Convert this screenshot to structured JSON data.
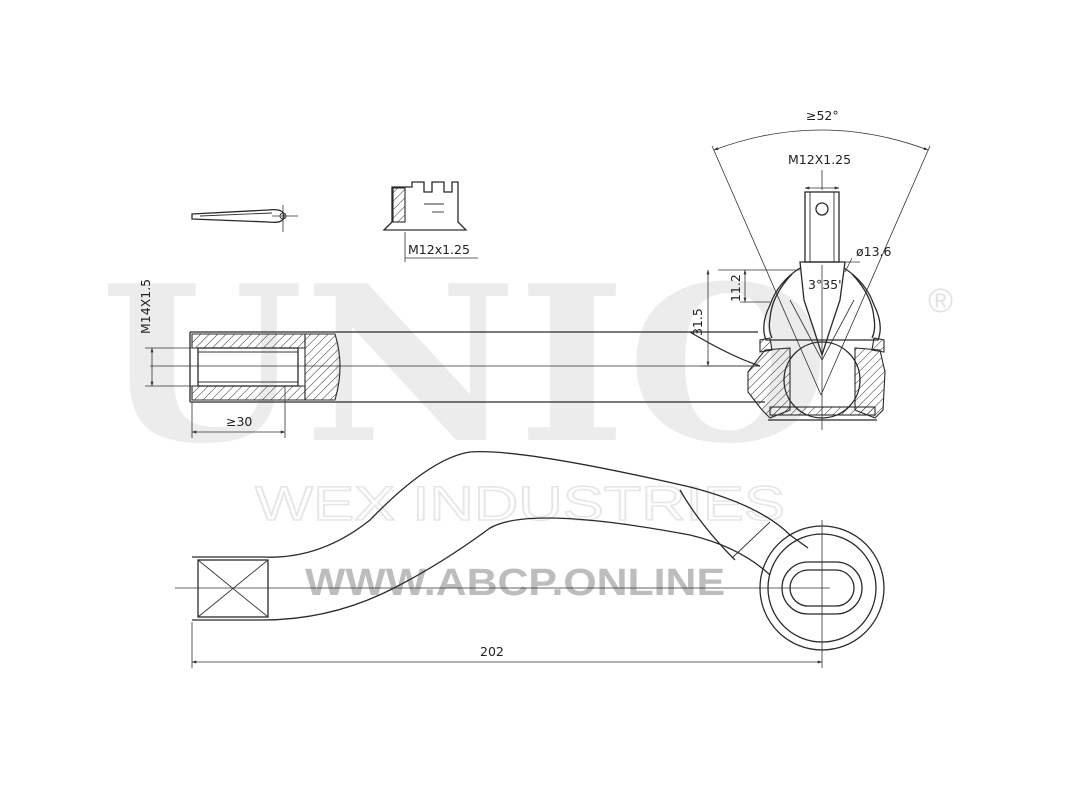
{
  "watermark": {
    "brand": "UNIO",
    "registered": "®",
    "company": "WEX INDUSTRIES",
    "site": "WWW.ABCP.ONLINE"
  },
  "dimensions": {
    "angle": "≥52°",
    "stud_thread": "M12X1.25",
    "nut_thread": "M12x1.25",
    "ball_diameter": "ø13.6",
    "taper_angle": "3°35'",
    "height_small": "11.2",
    "height_large": "31.5",
    "inner_thread": "M14X1.5",
    "thread_depth": "≥30",
    "total_length": "202"
  }
}
